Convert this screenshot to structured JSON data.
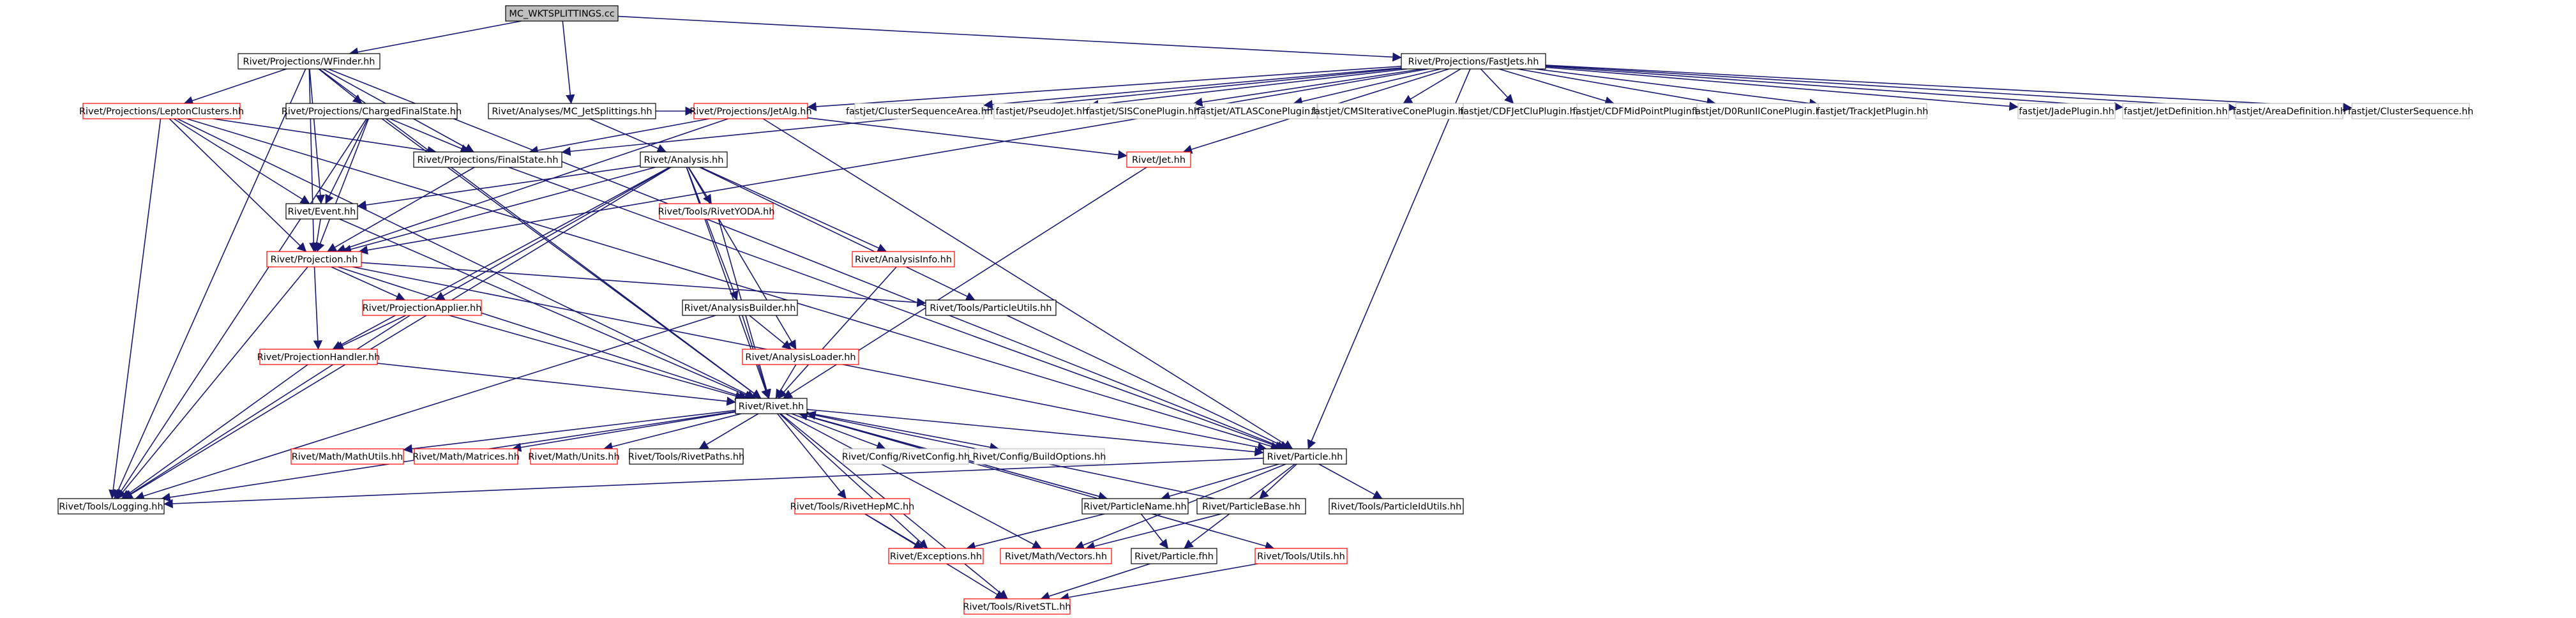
{
  "nodes": [
    {
      "id": "root",
      "label": "MC_WKTSPLITTINGS.cc",
      "style": "root"
    },
    {
      "id": "wfinder",
      "label": "Rivet/Projections/WFinder.hh",
      "style": "normal"
    },
    {
      "id": "fastjets",
      "label": "Rivet/Projections/FastJets.hh",
      "style": "normal"
    },
    {
      "id": "leptonclusters",
      "label": "Rivet/Projections/LeptonClusters.hh",
      "style": "missing"
    },
    {
      "id": "chargedfs",
      "label": "Rivet/Projections/ChargedFinalState.hh",
      "style": "normal"
    },
    {
      "id": "mcjetsplittings",
      "label": "Rivet/Analyses/MC_JetSplittings.hh",
      "style": "normal"
    },
    {
      "id": "jetalg",
      "label": "Rivet/Projections/JetAlg.hh",
      "style": "missing"
    },
    {
      "id": "clusterseqarea",
      "label": "fastjet/ClusterSequenceArea.hh",
      "style": "plain"
    },
    {
      "id": "pseudojet",
      "label": "fastjet/PseudoJet.hh",
      "style": "plain"
    },
    {
      "id": "siscone",
      "label": "fastjet/SISConePlugin.hh",
      "style": "plain"
    },
    {
      "id": "atlascone",
      "label": "fastjet/ATLASConePlugin.hh",
      "style": "plain"
    },
    {
      "id": "cmsiter",
      "label": "fastjet/CMSIterativeConePlugin.hh",
      "style": "plain"
    },
    {
      "id": "cdfjetclu",
      "label": "fastjet/CDFJetCluPlugin.hh",
      "style": "plain"
    },
    {
      "id": "cdfmidpoint",
      "label": "fastjet/CDFMidPointPlugin.hh",
      "style": "plain"
    },
    {
      "id": "d0run",
      "label": "fastjet/D0RunIIConePlugin.hh",
      "style": "plain"
    },
    {
      "id": "trackjet",
      "label": "fastjet/TrackJetPlugin.hh",
      "style": "plain"
    },
    {
      "id": "jade",
      "label": "fastjet/JadePlugin.hh",
      "style": "plain"
    },
    {
      "id": "jetdef",
      "label": "fastjet/JetDefinition.hh",
      "style": "plain"
    },
    {
      "id": "areadef",
      "label": "fastjet/AreaDefinition.hh",
      "style": "plain"
    },
    {
      "id": "clusterseq",
      "label": "fastjet/ClusterSequence.hh",
      "style": "plain"
    },
    {
      "id": "finalstate",
      "label": "Rivet/Projections/FinalState.hh",
      "style": "normal"
    },
    {
      "id": "analysis",
      "label": "Rivet/Analysis.hh",
      "style": "normal"
    },
    {
      "id": "jet",
      "label": "Rivet/Jet.hh",
      "style": "missing"
    },
    {
      "id": "event",
      "label": "Rivet/Event.hh",
      "style": "normal"
    },
    {
      "id": "rivetyoda",
      "label": "Rivet/Tools/RivetYODA.hh",
      "style": "missing"
    },
    {
      "id": "projection",
      "label": "Rivet/Projection.hh",
      "style": "missing"
    },
    {
      "id": "analysisinfo",
      "label": "Rivet/AnalysisInfo.hh",
      "style": "missing"
    },
    {
      "id": "projapplier",
      "label": "Rivet/ProjectionApplier.hh",
      "style": "missing"
    },
    {
      "id": "analysisbuilder",
      "label": "Rivet/AnalysisBuilder.hh",
      "style": "normal"
    },
    {
      "id": "particleutils",
      "label": "Rivet/Tools/ParticleUtils.hh",
      "style": "normal"
    },
    {
      "id": "projhandler",
      "label": "Rivet/ProjectionHandler.hh",
      "style": "missing"
    },
    {
      "id": "analysisloader",
      "label": "Rivet/AnalysisLoader.hh",
      "style": "missing"
    },
    {
      "id": "rivet",
      "label": "Rivet/Rivet.hh",
      "style": "normal"
    },
    {
      "id": "mathutils",
      "label": "Rivet/Math/MathUtils.hh",
      "style": "missing"
    },
    {
      "id": "matrices",
      "label": "Rivet/Math/Matrices.hh",
      "style": "missing"
    },
    {
      "id": "units",
      "label": "Rivet/Math/Units.hh",
      "style": "missing"
    },
    {
      "id": "rivetpaths",
      "label": "Rivet/Tools/RivetPaths.hh",
      "style": "normal"
    },
    {
      "id": "rivetconfig",
      "label": "Rivet/Config/RivetConfig.hh",
      "style": "plain"
    },
    {
      "id": "buildoptions",
      "label": "Rivet/Config/BuildOptions.hh",
      "style": "plain"
    },
    {
      "id": "particle",
      "label": "Rivet/Particle.hh",
      "style": "normal"
    },
    {
      "id": "logging",
      "label": "Rivet/Tools/Logging.hh",
      "style": "normal"
    },
    {
      "id": "rivethepmc",
      "label": "Rivet/Tools/RivetHepMC.hh",
      "style": "missing"
    },
    {
      "id": "particlename",
      "label": "Rivet/ParticleName.hh",
      "style": "normal"
    },
    {
      "id": "particlebase",
      "label": "Rivet/ParticleBase.hh",
      "style": "normal"
    },
    {
      "id": "particleidutils",
      "label": "Rivet/Tools/ParticleIdUtils.hh",
      "style": "normal"
    },
    {
      "id": "exceptions",
      "label": "Rivet/Exceptions.hh",
      "style": "missing"
    },
    {
      "id": "vectors",
      "label": "Rivet/Math/Vectors.hh",
      "style": "missing"
    },
    {
      "id": "particlefhh",
      "label": "Rivet/Particle.fhh",
      "style": "normal"
    },
    {
      "id": "toolsutils",
      "label": "Rivet/Tools/Utils.hh",
      "style": "missing"
    },
    {
      "id": "rivetstl",
      "label": "Rivet/Tools/RivetSTL.hh",
      "style": "missing"
    }
  ],
  "edges": [
    [
      "root",
      "wfinder"
    ],
    [
      "root",
      "fastjets"
    ],
    [
      "root",
      "mcjetsplittings"
    ],
    [
      "wfinder",
      "leptonclusters"
    ],
    [
      "wfinder",
      "chargedfs"
    ],
    [
      "wfinder",
      "finalstate"
    ],
    [
      "wfinder",
      "rivet"
    ],
    [
      "wfinder",
      "particle"
    ],
    [
      "wfinder",
      "event"
    ],
    [
      "wfinder",
      "projection"
    ],
    [
      "wfinder",
      "logging"
    ],
    [
      "fastjets",
      "jetalg"
    ],
    [
      "fastjets",
      "clusterseqarea"
    ],
    [
      "fastjets",
      "pseudojet"
    ],
    [
      "fastjets",
      "siscone"
    ],
    [
      "fastjets",
      "atlascone"
    ],
    [
      "fastjets",
      "cmsiter"
    ],
    [
      "fastjets",
      "cdfjetclu"
    ],
    [
      "fastjets",
      "cdfmidpoint"
    ],
    [
      "fastjets",
      "d0run"
    ],
    [
      "fastjets",
      "trackjet"
    ],
    [
      "fastjets",
      "jade"
    ],
    [
      "fastjets",
      "jetdef"
    ],
    [
      "fastjets",
      "areadef"
    ],
    [
      "fastjets",
      "clusterseq"
    ],
    [
      "fastjets",
      "jet"
    ],
    [
      "fastjets",
      "particle"
    ],
    [
      "fastjets",
      "finalstate"
    ],
    [
      "fastjets",
      "projection"
    ],
    [
      "leptonclusters",
      "finalstate"
    ],
    [
      "leptonclusters",
      "event"
    ],
    [
      "leptonclusters",
      "projection"
    ],
    [
      "leptonclusters",
      "rivet"
    ],
    [
      "leptonclusters",
      "particle"
    ],
    [
      "leptonclusters",
      "logging"
    ],
    [
      "chargedfs",
      "finalstate"
    ],
    [
      "chargedfs",
      "event"
    ],
    [
      "chargedfs",
      "projection"
    ],
    [
      "chargedfs",
      "rivet"
    ],
    [
      "chargedfs",
      "logging"
    ],
    [
      "mcjetsplittings",
      "analysis"
    ],
    [
      "mcjetsplittings",
      "jetalg"
    ],
    [
      "jetalg",
      "finalstate"
    ],
    [
      "jetalg",
      "jet"
    ],
    [
      "jetalg",
      "particle"
    ],
    [
      "jetalg",
      "projection"
    ],
    [
      "finalstate",
      "projection"
    ],
    [
      "finalstate",
      "particle"
    ],
    [
      "analysis",
      "event"
    ],
    [
      "analysis",
      "rivetyoda"
    ],
    [
      "analysis",
      "projection"
    ],
    [
      "analysis",
      "analysisinfo"
    ],
    [
      "analysis",
      "projapplier"
    ],
    [
      "analysis",
      "analysisbuilder"
    ],
    [
      "analysis",
      "particleutils"
    ],
    [
      "analysis",
      "projhandler"
    ],
    [
      "analysis",
      "analysisloader"
    ],
    [
      "analysis",
      "rivet"
    ],
    [
      "analysis",
      "logging"
    ],
    [
      "jet",
      "rivet"
    ],
    [
      "event",
      "rivet"
    ],
    [
      "event",
      "projection"
    ],
    [
      "rivetyoda",
      "rivet"
    ],
    [
      "projection",
      "projapplier"
    ],
    [
      "projection",
      "projhandler"
    ],
    [
      "projection",
      "rivet"
    ],
    [
      "projection",
      "particleutils"
    ],
    [
      "projection",
      "logging"
    ],
    [
      "projection",
      "particle"
    ],
    [
      "analysisinfo",
      "rivet"
    ],
    [
      "projapplier",
      "projhandler"
    ],
    [
      "projapplier",
      "rivet"
    ],
    [
      "projapplier",
      "logging"
    ],
    [
      "analysisbuilder",
      "analysisloader"
    ],
    [
      "analysisbuilder",
      "rivet"
    ],
    [
      "analysisbuilder",
      "logging"
    ],
    [
      "particleutils",
      "particle"
    ],
    [
      "projhandler",
      "rivet"
    ],
    [
      "projhandler",
      "logging"
    ],
    [
      "analysisloader",
      "rivet"
    ],
    [
      "rivet",
      "mathutils"
    ],
    [
      "rivet",
      "matrices"
    ],
    [
      "rivet",
      "units"
    ],
    [
      "rivet",
      "rivetpaths"
    ],
    [
      "rivet",
      "rivetconfig"
    ],
    [
      "rivet",
      "buildoptions"
    ],
    [
      "rivet",
      "particle"
    ],
    [
      "rivet",
      "logging"
    ],
    [
      "rivet",
      "rivethepmc"
    ],
    [
      "rivet",
      "particlename"
    ],
    [
      "rivet",
      "exceptions"
    ],
    [
      "rivet",
      "vectors"
    ],
    [
      "rivet",
      "toolsutils"
    ],
    [
      "rivet",
      "rivetstl"
    ],
    [
      "particle",
      "logging"
    ],
    [
      "particle",
      "particlename"
    ],
    [
      "particle",
      "particlebase"
    ],
    [
      "particle",
      "particleidutils"
    ],
    [
      "particle",
      "vectors"
    ],
    [
      "particle",
      "particlefhh"
    ],
    [
      "particlename",
      "rivet"
    ],
    [
      "particlename",
      "exceptions"
    ],
    [
      "particlename",
      "particlefhh"
    ],
    [
      "particlebase",
      "rivet"
    ],
    [
      "particlebase",
      "vectors"
    ],
    [
      "rivethepmc",
      "exceptions"
    ],
    [
      "rivethepmc",
      "rivetstl"
    ],
    [
      "particlefhh",
      "rivetstl"
    ],
    [
      "toolsutils",
      "rivetstl"
    ]
  ],
  "colors": {
    "edge": "#191970",
    "normal_border": "#000000",
    "missing_border": "#ff0000",
    "plain_border": "#bfbfbf",
    "root_fill": "#bfbfbf",
    "background": "#ffffff",
    "text": "#000000"
  }
}
